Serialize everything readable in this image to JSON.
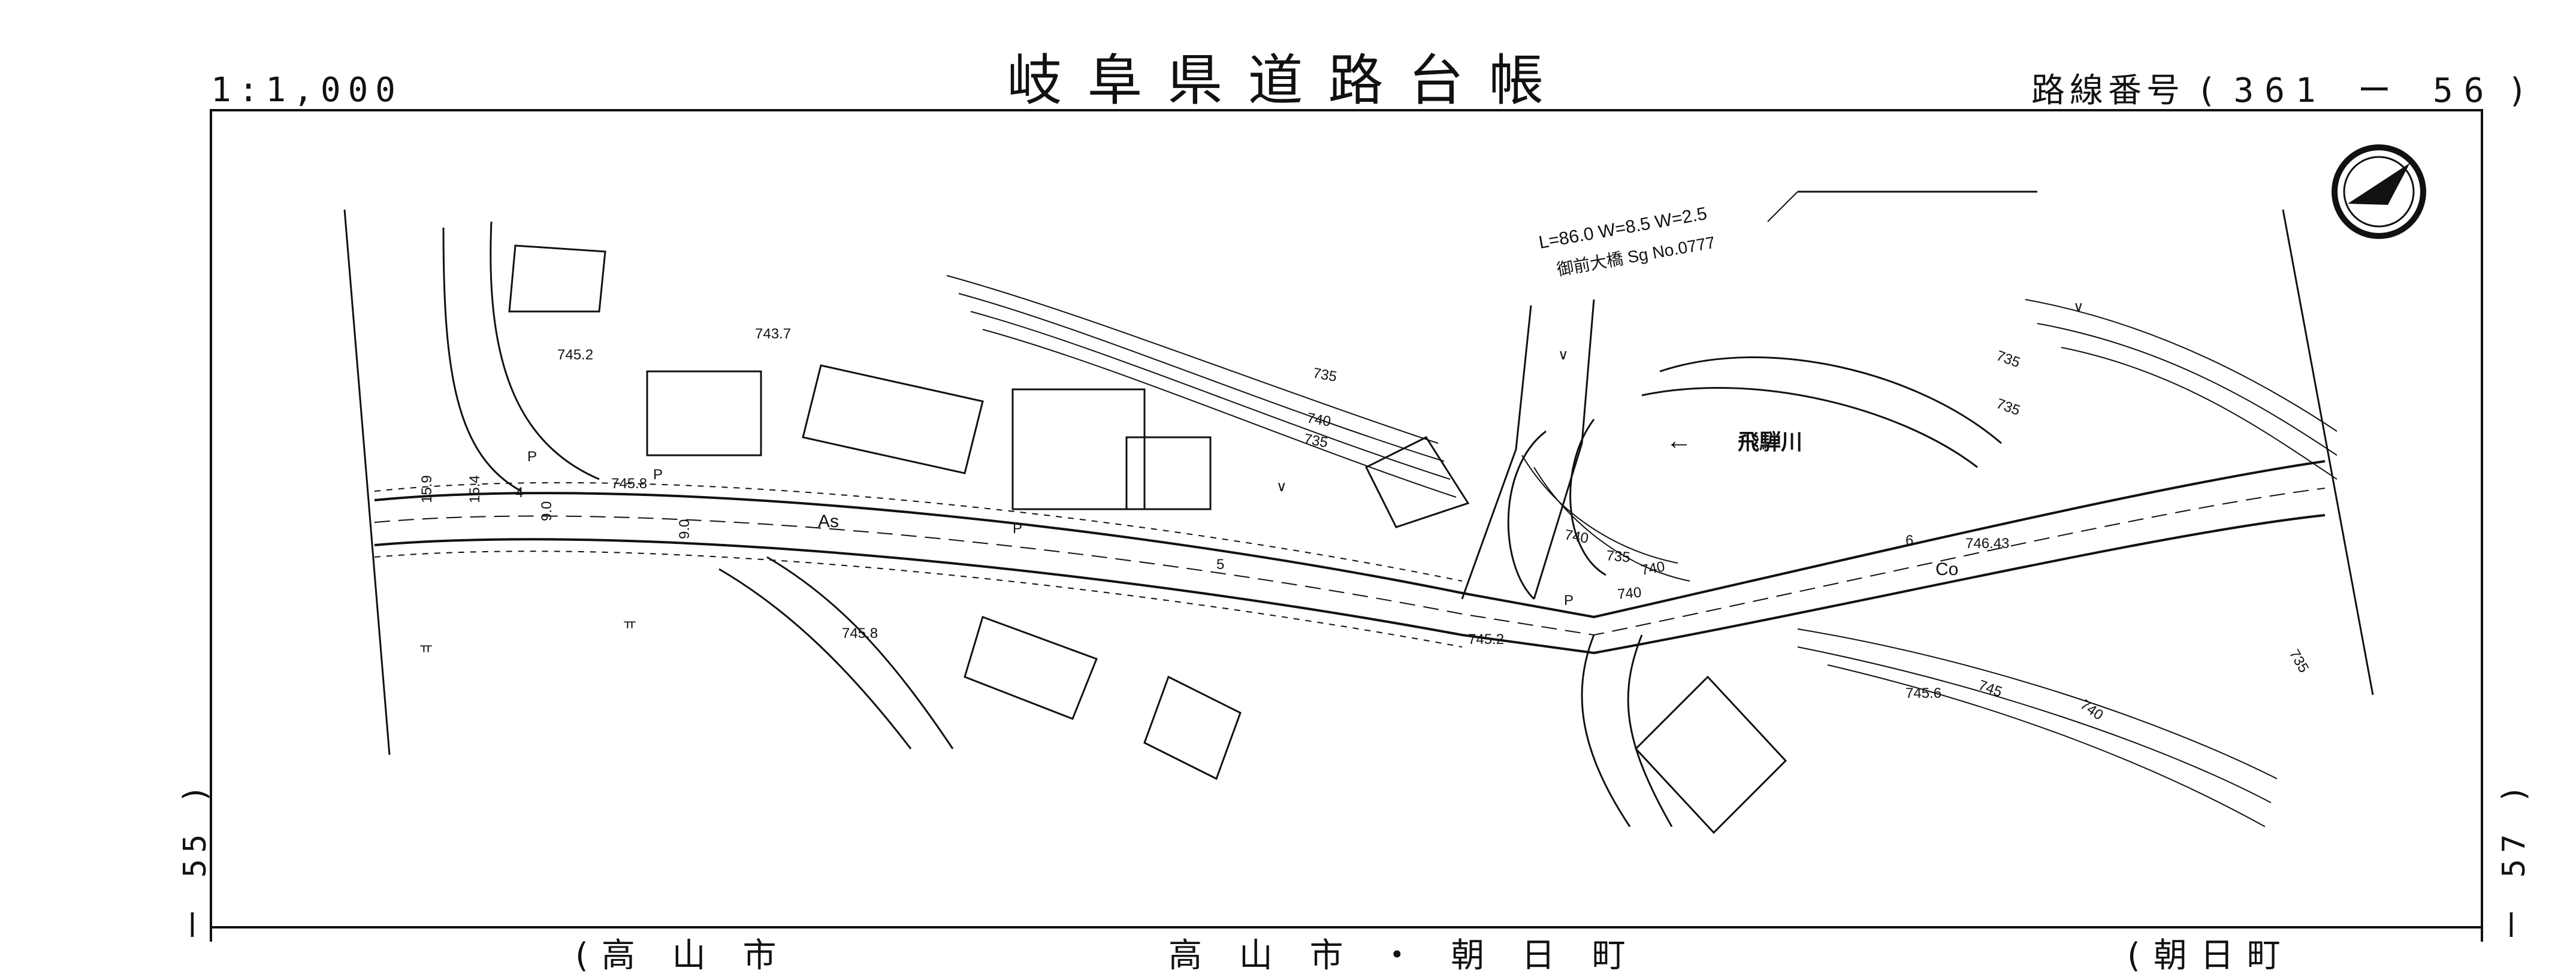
{
  "header": {
    "scale": "1:1,000",
    "title": "岐阜県道路台帳",
    "route_label": "路線番号",
    "route_open": "(",
    "route_number": "361 ー 56",
    "route_close": ")"
  },
  "adjacent_sheets": {
    "left": "ー 55 )",
    "right": "ー 57 )"
  },
  "map": {
    "north_arrow": "north-arrow-icon",
    "bridge_dims": "L=86.0 W=8.5 W=2.5",
    "bridge_name": "御前大橋 Sg No.0777",
    "river_arrow": "←",
    "river_name": "飛騨川",
    "surface_as": "As",
    "surface_co": "Co",
    "spot_heights": [
      "745.2",
      "743.7",
      "745.8",
      "745.8",
      "745.2",
      "746.43",
      "745.6"
    ],
    "contours": [
      "735",
      "740",
      "735",
      "740",
      "735",
      "740",
      "740",
      "735",
      "735",
      "745",
      "740",
      "735"
    ],
    "dims": [
      "15.9",
      "15.4",
      "4",
      "9.0",
      "9.0",
      "5",
      "6"
    ],
    "marks": [
      "P",
      "P",
      "P",
      "P",
      "∨",
      "∨",
      "∨",
      "ㅠ",
      "ㅠ"
    ]
  },
  "bottom_row": [
    "(高 山 市",
    "高 山 市 ・ 朝 日 町",
    "(朝日町"
  ]
}
